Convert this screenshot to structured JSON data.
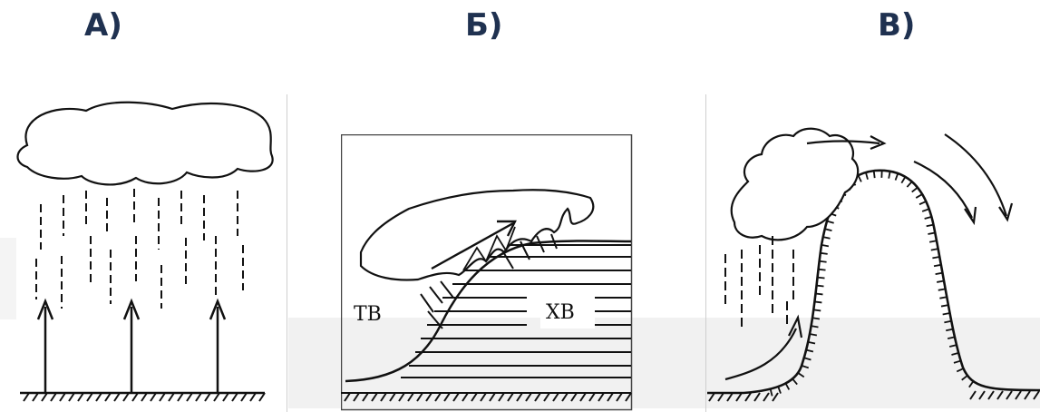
{
  "panels": [
    {
      "id": "a",
      "label": "А)"
    },
    {
      "id": "b",
      "label": "Б)",
      "air_warm": "ТВ",
      "air_cold": "ХВ"
    },
    {
      "id": "v",
      "label": "В)"
    }
  ],
  "colors": {
    "label": "#1f3150",
    "ink": "#111111"
  }
}
